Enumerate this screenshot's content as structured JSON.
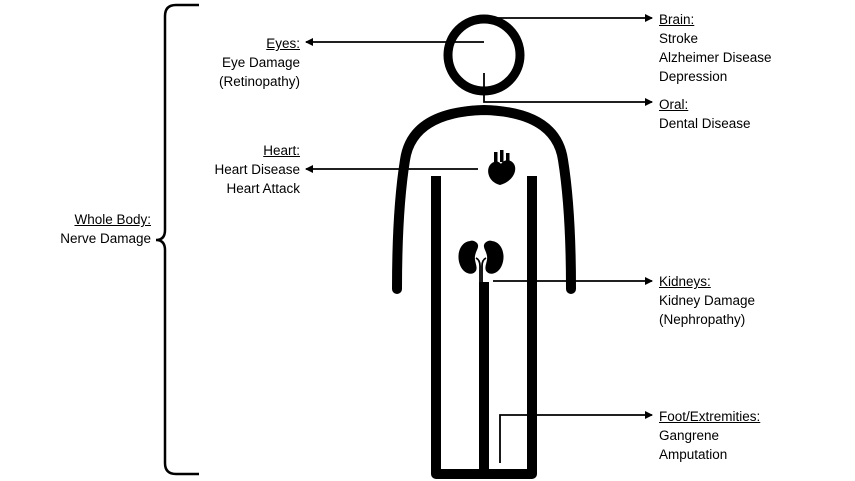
{
  "labels": {
    "eyes": {
      "title": "Eyes:",
      "lines": [
        "Eye Damage",
        "(Retinopathy)"
      ]
    },
    "heart": {
      "title": "Heart:",
      "lines": [
        "Heart Disease",
        "Heart Attack"
      ]
    },
    "whole_body": {
      "title": "Whole Body:",
      "lines": [
        "Nerve Damage"
      ]
    },
    "brain": {
      "title": "Brain:",
      "lines": [
        "Stroke",
        "Alzheimer Disease",
        "Depression"
      ]
    },
    "oral": {
      "title": "Oral:",
      "lines": [
        "Dental Disease"
      ]
    },
    "kidneys": {
      "title": "Kidneys:",
      "lines": [
        "Kidney Damage",
        "(Nephropathy)"
      ]
    },
    "foot": {
      "title": "Foot/Extremities:",
      "lines": [
        "Gangrene",
        "Amputation"
      ]
    }
  },
  "icons": [
    "human-figure-icon",
    "heart-organ-icon",
    "kidneys-icon",
    "bracket-icon"
  ],
  "colors": {
    "ink": "#000000",
    "background": "#ffffff"
  }
}
